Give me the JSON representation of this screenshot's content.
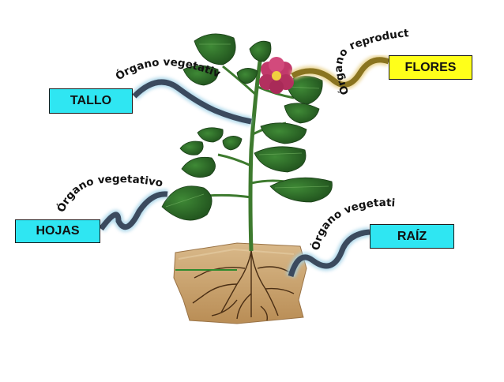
{
  "labels": {
    "tallo": "TALLO",
    "hojas": "HOJAS",
    "raiz": "RAÍZ",
    "flores": "FLORES"
  },
  "captions": {
    "tallo": "Órgano vegetativo",
    "hojas": "Órgano vegetativo",
    "raiz": "Órgano vegetativo",
    "flores": "Órgano reproductor"
  },
  "colors": {
    "vegetative_box": "#2fe6f2",
    "reproductive_box": "#ffff1a",
    "vegetative_connector": "#3b4a5e",
    "reproductive_connector": "#8a7420",
    "leaf": "#2f6b2a",
    "soil": "#c8a472",
    "flower": "#c2396b"
  }
}
